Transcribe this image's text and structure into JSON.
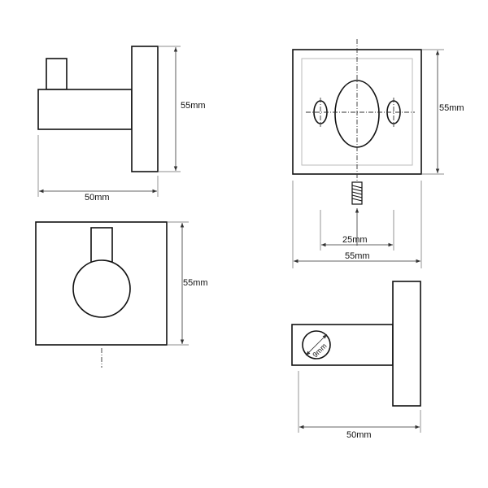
{
  "dimensions": {
    "side_view_height": "55mm",
    "side_view_depth": "50mm",
    "front_view_height": "55mm",
    "back_plate_height": "55mm",
    "back_plate_width": "55mm",
    "hole_spacing": "25mm",
    "bottom_view_depth": "50mm",
    "screw_diameter": "9mm"
  }
}
